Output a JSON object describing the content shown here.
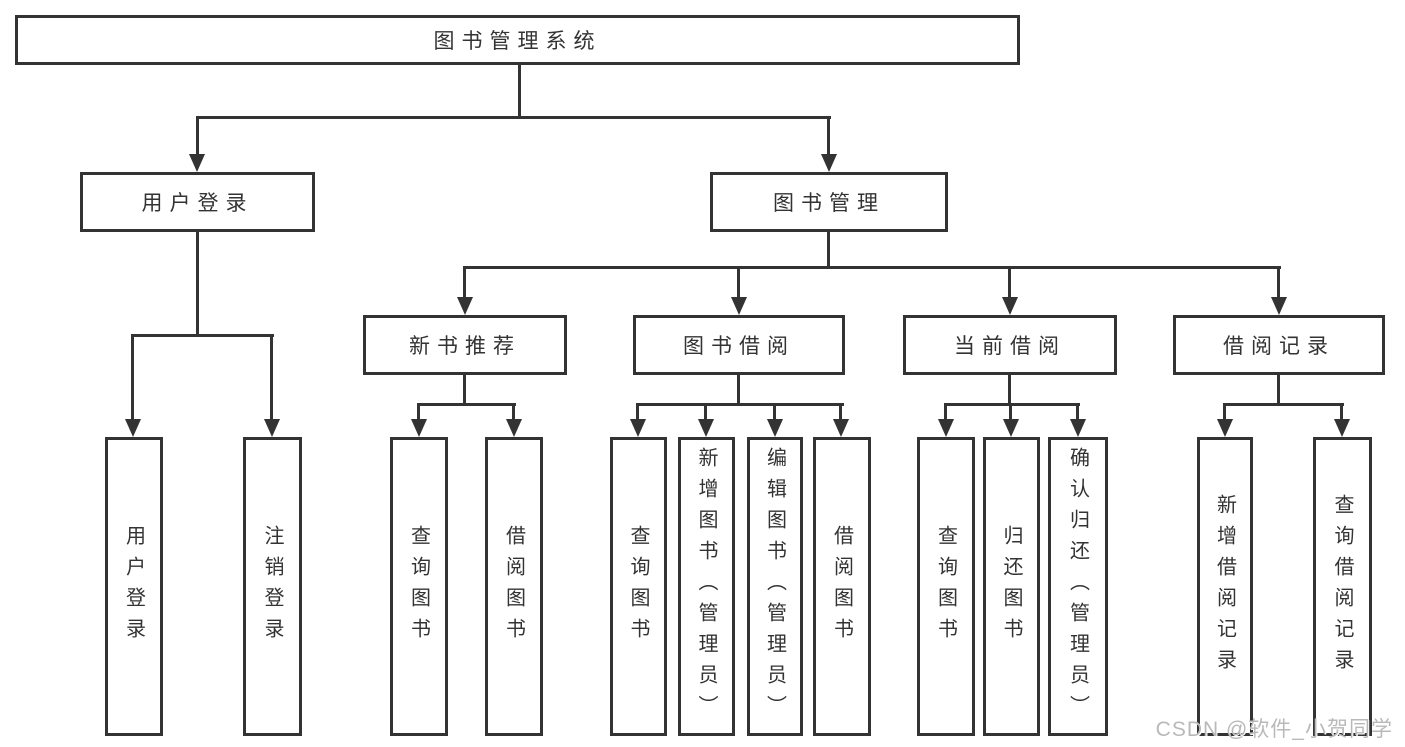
{
  "diagram_title": "图书管理系统",
  "tree": {
    "label": "图书管理系统",
    "children": [
      {
        "label": "用户登录",
        "children": [
          {
            "label": "用户登录"
          },
          {
            "label": "注销登录"
          }
        ]
      },
      {
        "label": "图书管理",
        "children": [
          {
            "label": "新书推荐",
            "children": [
              {
                "label": "查询图书"
              },
              {
                "label": "借阅图书"
              }
            ]
          },
          {
            "label": "图书借阅",
            "children": [
              {
                "label": "查询图书"
              },
              {
                "label": "新增图书（管理员）"
              },
              {
                "label": "编辑图书（管理员）"
              },
              {
                "label": "借阅图书"
              }
            ]
          },
          {
            "label": "当前借阅",
            "children": [
              {
                "label": "查询图书"
              },
              {
                "label": "归还图书"
              },
              {
                "label": "确认归还（管理员）"
              }
            ]
          },
          {
            "label": "借阅记录",
            "children": [
              {
                "label": "新增借阅记录"
              },
              {
                "label": "查询借阅记录"
              }
            ]
          }
        ]
      }
    ]
  },
  "watermark": {
    "text": "CSDN @软件_小贺同学"
  },
  "colors": {
    "line": "#333333",
    "text": "#333333",
    "background": "#ffffff",
    "watermark": "#b9b9b9"
  }
}
